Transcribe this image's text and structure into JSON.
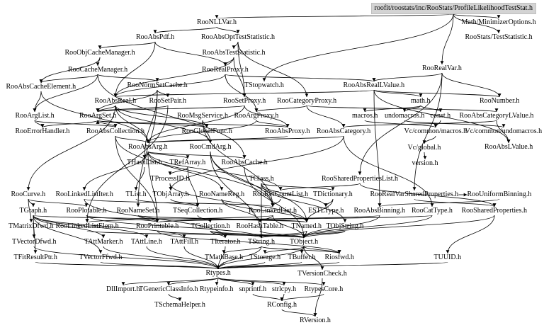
{
  "graph": {
    "root": "roofit/roostats/inc/RooStats/ProfileLikelihoodTestStat.h",
    "nodes": [
      {
        "id": "root",
        "label": "roofit/roostats/inc/RooStats/ProfileLikelihoodTestStat.h"
      },
      {
        "id": "RooNLLVar",
        "label": "RooNLLVar.h"
      },
      {
        "id": "MathMinimizerOptions",
        "label": "Math/MinimizerOptions.h"
      },
      {
        "id": "RooAbsPdf",
        "label": "RooAbsPdf.h"
      },
      {
        "id": "RooAbsOptTestStatistic",
        "label": "RooAbsOptTestStatistic.h"
      },
      {
        "id": "RooStatsTestStatistic",
        "label": "RooStats/TestStatistic.h"
      },
      {
        "id": "RooObjCacheManager",
        "label": "RooObjCacheManager.h"
      },
      {
        "id": "RooAbsTestStatistic",
        "label": "RooAbsTestStatistic.h"
      },
      {
        "id": "RooRealVar",
        "label": "RooRealVar.h"
      },
      {
        "id": "RooCacheManager",
        "label": "RooCacheManager.h"
      },
      {
        "id": "RooRealProxy",
        "label": "RooRealProxy.h"
      },
      {
        "id": "RooAbsCacheElement",
        "label": "RooAbsCacheElement.h"
      },
      {
        "id": "RooNormSetCache",
        "label": "RooNormSetCache.h"
      },
      {
        "id": "TStopwatch",
        "label": "TStopwatch.h"
      },
      {
        "id": "RooAbsRealLValue",
        "label": "RooAbsRealLValue.h"
      },
      {
        "id": "RooAbsReal",
        "label": "RooAbsReal.h"
      },
      {
        "id": "RooSetPair",
        "label": "RooSetPair.h"
      },
      {
        "id": "RooSetProxy",
        "label": "RooSetProxy.h"
      },
      {
        "id": "RooCategoryProxy",
        "label": "RooCategoryProxy.h"
      },
      {
        "id": "RooNumber",
        "label": "RooNumber.h"
      },
      {
        "id": "mathh",
        "label": "math.h"
      },
      {
        "id": "RooArgList",
        "label": "RooArgList.h"
      },
      {
        "id": "RooArgSet",
        "label": "RooArgSet.h"
      },
      {
        "id": "RooMsgService",
        "label": "RooMsgService.h"
      },
      {
        "id": "RooArgProxy",
        "label": "RooArgProxy.h"
      },
      {
        "id": "macrosh",
        "label": "macros.h"
      },
      {
        "id": "undomacrosh",
        "label": "undomacros.h"
      },
      {
        "id": "consth",
        "label": "const.h"
      },
      {
        "id": "RooAbsCategoryLValue",
        "label": "RooAbsCategoryLValue.h"
      },
      {
        "id": "RooErrorHandler",
        "label": "RooErrorHandler.h"
      },
      {
        "id": "RooAbsCollection",
        "label": "RooAbsCollection.h"
      },
      {
        "id": "RooGlobalFunc",
        "label": "RooGlobalFunc.h"
      },
      {
        "id": "RooAbsProxy",
        "label": "RooAbsProxy.h"
      },
      {
        "id": "RooAbsCategory",
        "label": "RooAbsCategory.h"
      },
      {
        "id": "VcMacros",
        "label": "Vc/common/macros.h"
      },
      {
        "id": "VcUndoMacros",
        "label": "Vc/common/undomacros.h"
      },
      {
        "id": "RooAbsArg",
        "label": "RooAbsArg.h"
      },
      {
        "id": "RooCmdArg",
        "label": "RooCmdArg.h"
      },
      {
        "id": "VcGlobal",
        "label": "Vc/global.h"
      },
      {
        "id": "RooAbsLValue",
        "label": "RooAbsLValue.h"
      },
      {
        "id": "THashList",
        "label": "THashList.h"
      },
      {
        "id": "TRefArray",
        "label": "TRefArray.h"
      },
      {
        "id": "RooAbsCache",
        "label": "RooAbsCache.h"
      },
      {
        "id": "versionh",
        "label": "version.h"
      },
      {
        "id": "TProcessID",
        "label": "TProcessID.h"
      },
      {
        "id": "TClass",
        "label": "TClass.h"
      },
      {
        "id": "RooSharedPropertiesList",
        "label": "RooSharedPropertiesList.h"
      },
      {
        "id": "RooCurve",
        "label": "RooCurve.h"
      },
      {
        "id": "RooLinkedListIter",
        "label": "RooLinkedListIter.h"
      },
      {
        "id": "TList",
        "label": "TList.h"
      },
      {
        "id": "TObjArray",
        "label": "TObjArray.h"
      },
      {
        "id": "RooNameReg",
        "label": "RooNameReg.h"
      },
      {
        "id": "RooRefCountList",
        "label": "RooRefCountList.h"
      },
      {
        "id": "TDictionary",
        "label": "TDictionary.h"
      },
      {
        "id": "RooRealVarSharedProperties",
        "label": "RooRealVarSharedProperties.h"
      },
      {
        "id": "RooUniformBinning",
        "label": "RooUniformBinning.h"
      },
      {
        "id": "TGraph",
        "label": "TGraph.h"
      },
      {
        "id": "RooPlotable",
        "label": "RooPlotable.h"
      },
      {
        "id": "RooNameSet",
        "label": "RooNameSet.h"
      },
      {
        "id": "TSeqCollection",
        "label": "TSeqCollection.h"
      },
      {
        "id": "RooLinkedList",
        "label": "RooLinkedList.h"
      },
      {
        "id": "ESTLType",
        "label": "ESTLType.h"
      },
      {
        "id": "RooAbsBinning",
        "label": "RooAbsBinning.h"
      },
      {
        "id": "RooCatType",
        "label": "RooCatType.h"
      },
      {
        "id": "RooSharedProperties",
        "label": "RooSharedProperties.h"
      },
      {
        "id": "TMatrixDfwd",
        "label": "TMatrixDfwd.h"
      },
      {
        "id": "RooLinkedListElem",
        "label": "RooLinkedListElem.h"
      },
      {
        "id": "RooPrintable",
        "label": "RooPrintable.h"
      },
      {
        "id": "TCollection",
        "label": "TCollection.h"
      },
      {
        "id": "RooHashTable",
        "label": "RooHashTable.h"
      },
      {
        "id": "TNamed",
        "label": "TNamed.h"
      },
      {
        "id": "TObjString",
        "label": "TObjString.h"
      },
      {
        "id": "TVectorDfwd",
        "label": "TVectorDfwd.h"
      },
      {
        "id": "TAttMarker",
        "label": "TAttMarker.h"
      },
      {
        "id": "TAttLine",
        "label": "TAttLine.h"
      },
      {
        "id": "TAttFill",
        "label": "TAttFill.h"
      },
      {
        "id": "TIterator",
        "label": "TIterator.h"
      },
      {
        "id": "TString",
        "label": "TString.h"
      },
      {
        "id": "TObject",
        "label": "TObject.h"
      },
      {
        "id": "TFitResultPtr",
        "label": "TFitResultPtr.h"
      },
      {
        "id": "TVectorFfwd",
        "label": "TVectorFfwd.h"
      },
      {
        "id": "TMathBase",
        "label": "TMathBase.h"
      },
      {
        "id": "TStorage",
        "label": "TStorage.h"
      },
      {
        "id": "TBuffer",
        "label": "TBuffer.h"
      },
      {
        "id": "Riosfwd",
        "label": "Riosfwd.h"
      },
      {
        "id": "TUUID",
        "label": "TUUID.h"
      },
      {
        "id": "TVersionCheck",
        "label": "TVersionCheck.h"
      },
      {
        "id": "Rtypes",
        "label": "Rtypes.h"
      },
      {
        "id": "DllImport",
        "label": "DllImport.h"
      },
      {
        "id": "TGenericClassInfo",
        "label": "TGenericClassInfo.h"
      },
      {
        "id": "Rtypeinfo",
        "label": "Rtypeinfo.h"
      },
      {
        "id": "snprintf",
        "label": "snprintf.h"
      },
      {
        "id": "strlcpy",
        "label": "strlcpy.h"
      },
      {
        "id": "RtypesCore",
        "label": "RtypesCore.h"
      },
      {
        "id": "TSchemaHelper",
        "label": "TSchemaHelper.h"
      },
      {
        "id": "RConfig",
        "label": "RConfig.h"
      },
      {
        "id": "RVersion",
        "label": "RVersion.h"
      }
    ],
    "edges": [
      [
        "root",
        "RooNLLVar"
      ],
      [
        "root",
        "MathMinimizerOptions"
      ],
      [
        "root",
        "RooStatsTestStatistic"
      ],
      [
        "root",
        "RooRealVar"
      ],
      [
        "root",
        "TStopwatch"
      ],
      [
        "RooNLLVar",
        "RooAbsPdf"
      ],
      [
        "RooNLLVar",
        "RooAbsOptTestStatistic"
      ],
      [
        "RooAbsPdf",
        "RooAbsReal"
      ],
      [
        "RooAbsPdf",
        "RooObjCacheManager"
      ],
      [
        "RooAbsPdf",
        "RooRealProxy"
      ],
      [
        "RooAbsOptTestStatistic",
        "RooAbsTestStatistic"
      ],
      [
        "RooAbsOptTestStatistic",
        "RooSetProxy"
      ],
      [
        "RooAbsOptTestStatistic",
        "RooCategoryProxy"
      ],
      [
        "RooObjCacheManager",
        "RooCacheManager"
      ],
      [
        "RooObjCacheManager",
        "RooAbsCacheElement"
      ],
      [
        "RooAbsTestStatistic",
        "RooAbsReal"
      ],
      [
        "RooAbsTestStatistic",
        "RooSetProxy"
      ],
      [
        "RooAbsTestStatistic",
        "RooRealProxy"
      ],
      [
        "RooRealVar",
        "RooAbsRealLValue"
      ],
      [
        "RooRealVar",
        "RooSharedPropertiesList"
      ],
      [
        "RooRealVar",
        "RooRealVarSharedProperties"
      ],
      [
        "RooRealVar",
        "RooNumber"
      ],
      [
        "RooCacheManager",
        "RooNormSetCache"
      ],
      [
        "RooCacheManager",
        "RooAbsCache"
      ],
      [
        "RooCacheManager",
        "RooArgList"
      ],
      [
        "RooCacheManager",
        "RooAbsCacheElement"
      ],
      [
        "RooRealProxy",
        "RooAbsReal"
      ],
      [
        "RooRealProxy",
        "RooArgProxy"
      ],
      [
        "RooRealProxy",
        "RooAbsRealLValue"
      ],
      [
        "RooAbsCacheElement",
        "RooAbsArg"
      ],
      [
        "RooAbsCacheElement",
        "RooArgList"
      ],
      [
        "RooNormSetCache",
        "RooSetPair"
      ],
      [
        "RooNormSetCache",
        "RooArgSet"
      ],
      [
        "RooNormSetCache",
        "RooNameSet"
      ],
      [
        "RooNormSetCache",
        "THashList"
      ],
      [
        "RooAbsRealLValue",
        "RooAbsReal"
      ],
      [
        "RooAbsRealLValue",
        "RooNumber"
      ],
      [
        "RooAbsRealLValue",
        "RooAbsLValue"
      ],
      [
        "RooAbsRealLValue",
        "RooAbsBinning"
      ],
      [
        "RooAbsRealLValue",
        "mathh"
      ],
      [
        "RooAbsReal",
        "RooAbsArg"
      ],
      [
        "RooAbsReal",
        "RooCmdArg"
      ],
      [
        "RooAbsReal",
        "RooCurve"
      ],
      [
        "RooAbsReal",
        "RooArgSet"
      ],
      [
        "RooAbsReal",
        "RooGlobalFunc"
      ],
      [
        "RooSetPair",
        "RooArgSet"
      ],
      [
        "RooSetPair",
        "RooLinkedListElem"
      ],
      [
        "RooSetProxy",
        "RooArgSet"
      ],
      [
        "RooSetProxy",
        "RooAbsProxy"
      ],
      [
        "RooSetProxy",
        "RooAbsArg"
      ],
      [
        "RooCategoryProxy",
        "RooAbsCategory"
      ],
      [
        "RooCategoryProxy",
        "RooArgProxy"
      ],
      [
        "RooCategoryProxy",
        "RooAbsCategoryLValue"
      ],
      [
        "mathh",
        "macrosh"
      ],
      [
        "mathh",
        "undomacrosh"
      ],
      [
        "mathh",
        "consth"
      ],
      [
        "macrosh",
        "VcMacros"
      ],
      [
        "undomacrosh",
        "VcUndoMacros"
      ],
      [
        "consth",
        "VcMacros"
      ],
      [
        "VcMacros",
        "VcGlobal"
      ],
      [
        "VcGlobal",
        "versionh"
      ],
      [
        "RooArgList",
        "RooAbsCollection"
      ],
      [
        "RooArgList",
        "RooErrorHandler"
      ],
      [
        "RooArgSet",
        "RooAbsCollection"
      ],
      [
        "RooArgSet",
        "RooErrorHandler"
      ],
      [
        "RooMsgService",
        "RooGlobalFunc"
      ],
      [
        "RooMsgService",
        "RooCmdArg"
      ],
      [
        "RooMsgService",
        "RooLinkedList"
      ],
      [
        "RooArgProxy",
        "RooAbsProxy"
      ],
      [
        "RooArgProxy",
        "RooAbsArg"
      ],
      [
        "RooAbsCategoryLValue",
        "RooAbsCategory"
      ],
      [
        "RooAbsCategoryLValue",
        "RooAbsLValue"
      ],
      [
        "RooAbsCollection",
        "RooAbsArg"
      ],
      [
        "RooAbsCollection",
        "RooPrintable"
      ],
      [
        "RooAbsCollection",
        "RooLinkedList"
      ],
      [
        "RooGlobalFunc",
        "RooCmdArg"
      ],
      [
        "RooGlobalFunc",
        "RooArgSet"
      ],
      [
        "RooAbsProxy",
        "RooAbsArg"
      ],
      [
        "RooAbsProxy",
        "RooArgSet"
      ],
      [
        "RooAbsCategory",
        "RooAbsArg"
      ],
      [
        "RooAbsCategory",
        "RooCatType"
      ],
      [
        "RooAbsCategory",
        "TObjArray"
      ],
      [
        "RooAbsArg",
        "THashList"
      ],
      [
        "RooAbsArg",
        "TRefArray"
      ],
      [
        "RooAbsArg",
        "RooAbsCache"
      ],
      [
        "RooAbsArg",
        "RooRefCountList"
      ],
      [
        "RooAbsArg",
        "RooNameReg"
      ],
      [
        "RooAbsArg",
        "RooPrintable"
      ],
      [
        "RooAbsArg",
        "RooLinkedListIter"
      ],
      [
        "RooCmdArg",
        "TString"
      ],
      [
        "RooCmdArg",
        "RooLinkedList"
      ],
      [
        "RooCmdArg",
        "TNamed"
      ],
      [
        "THashList",
        "TList"
      ],
      [
        "TRefArray",
        "TProcessID"
      ],
      [
        "TRefArray",
        "TSeqCollection"
      ],
      [
        "TProcessID",
        "TObjArray"
      ],
      [
        "TProcessID",
        "TNamed"
      ],
      [
        "RooAbsCache",
        "TObject"
      ],
      [
        "TClass",
        "TDictionary"
      ],
      [
        "TClass",
        "TObjString"
      ],
      [
        "TClass",
        "TString"
      ],
      [
        "TClass",
        "ESTLType"
      ],
      [
        "RooSharedPropertiesList",
        "RooSharedProperties"
      ],
      [
        "RooSharedPropertiesList",
        "RooRefCountList"
      ],
      [
        "RooCurve",
        "TGraph"
      ],
      [
        "RooCurve",
        "RooPlotable"
      ],
      [
        "RooCurve",
        "TMatrixDfwd"
      ],
      [
        "RooLinkedListIter",
        "RooLinkedList"
      ],
      [
        "RooLinkedListIter",
        "TIterator"
      ],
      [
        "TList",
        "TSeqCollection"
      ],
      [
        "TObjArray",
        "TSeqCollection"
      ],
      [
        "RooNameReg",
        "TNamed"
      ],
      [
        "RooNameReg",
        "RooHashTable"
      ],
      [
        "RooRefCountList",
        "RooLinkedList"
      ],
      [
        "TDictionary",
        "TNamed"
      ],
      [
        "TDictionary",
        "ESTLType"
      ],
      [
        "RooRealVarSharedProperties",
        "RooSharedProperties"
      ],
      [
        "RooRealVarSharedProperties",
        "RooUniformBinning"
      ],
      [
        "RooUniformBinning",
        "RooAbsBinning"
      ],
      [
        "TGraph",
        "TNamed"
      ],
      [
        "TGraph",
        "TAttLine"
      ],
      [
        "TGraph",
        "TAttFill"
      ],
      [
        "TGraph",
        "TAttMarker"
      ],
      [
        "TGraph",
        "TVectorDfwd"
      ],
      [
        "TGraph",
        "TVectorFfwd"
      ],
      [
        "TGraph",
        "TFitResultPtr"
      ],
      [
        "RooPlotable",
        "RooPrintable"
      ],
      [
        "RooPlotable",
        "TString"
      ],
      [
        "RooNameSet",
        "TNamed"
      ],
      [
        "RooNameSet",
        "RooPrintable"
      ],
      [
        "TSeqCollection",
        "TCollection"
      ],
      [
        "RooLinkedList",
        "RooHashTable"
      ],
      [
        "RooLinkedList",
        "RooLinkedListElem"
      ],
      [
        "RooLinkedList",
        "TObject"
      ],
      [
        "RooAbsBinning",
        "TObject"
      ],
      [
        "RooAbsBinning",
        "RooPrintable"
      ],
      [
        "RooCatType",
        "TObject"
      ],
      [
        "RooCatType",
        "RooPrintable"
      ],
      [
        "RooSharedProperties",
        "TUUID"
      ],
      [
        "RooSharedProperties",
        "TObject"
      ],
      [
        "RooLinkedListElem",
        "TObject"
      ],
      [
        "RooPrintable",
        "Riosfwd"
      ],
      [
        "RooPrintable",
        "TObject"
      ],
      [
        "TCollection",
        "TObject"
      ],
      [
        "TCollection",
        "TIterator"
      ],
      [
        "TCollection",
        "TString"
      ],
      [
        "RooHashTable",
        "TObject"
      ],
      [
        "TNamed",
        "TObject"
      ],
      [
        "TNamed",
        "TString"
      ],
      [
        "TObjString",
        "TObject"
      ],
      [
        "TObjString",
        "TString"
      ],
      [
        "TVectorDfwd",
        "Rtypes"
      ],
      [
        "TAttMarker",
        "Rtypes"
      ],
      [
        "TAttLine",
        "Rtypes"
      ],
      [
        "TAttFill",
        "Rtypes"
      ],
      [
        "TIterator",
        "Rtypes"
      ],
      [
        "TString",
        "TMathBase"
      ],
      [
        "TString",
        "Riosfwd"
      ],
      [
        "TString",
        "Rtypes"
      ],
      [
        "TObject",
        "TStorage"
      ],
      [
        "TObject",
        "Riosfwd"
      ],
      [
        "TObject",
        "TBuffer"
      ],
      [
        "TObject",
        "TVersionCheck"
      ],
      [
        "TObject",
        "Rtypes"
      ],
      [
        "TFitResultPtr",
        "Rtypes"
      ],
      [
        "TVectorFfwd",
        "Rtypes"
      ],
      [
        "TMathBase",
        "Rtypes"
      ],
      [
        "TStorage",
        "Rtypes"
      ],
      [
        "TBuffer",
        "Rtypes"
      ],
      [
        "Riosfwd",
        "Rtypes"
      ],
      [
        "TUUID",
        "Rtypes"
      ],
      [
        "TVersionCheck",
        "RVersion"
      ],
      [
        "Rtypes",
        "DllImport"
      ],
      [
        "Rtypes",
        "TGenericClassInfo"
      ],
      [
        "Rtypes",
        "Rtypeinfo"
      ],
      [
        "Rtypes",
        "snprintf"
      ],
      [
        "Rtypes",
        "strlcpy"
      ],
      [
        "Rtypes",
        "RtypesCore"
      ],
      [
        "TGenericClassInfo",
        "TSchemaHelper"
      ],
      [
        "snprintf",
        "RConfig"
      ],
      [
        "strlcpy",
        "RConfig"
      ],
      [
        "RtypesCore",
        "RConfig"
      ],
      [
        "RConfig",
        "RVersion"
      ]
    ]
  }
}
